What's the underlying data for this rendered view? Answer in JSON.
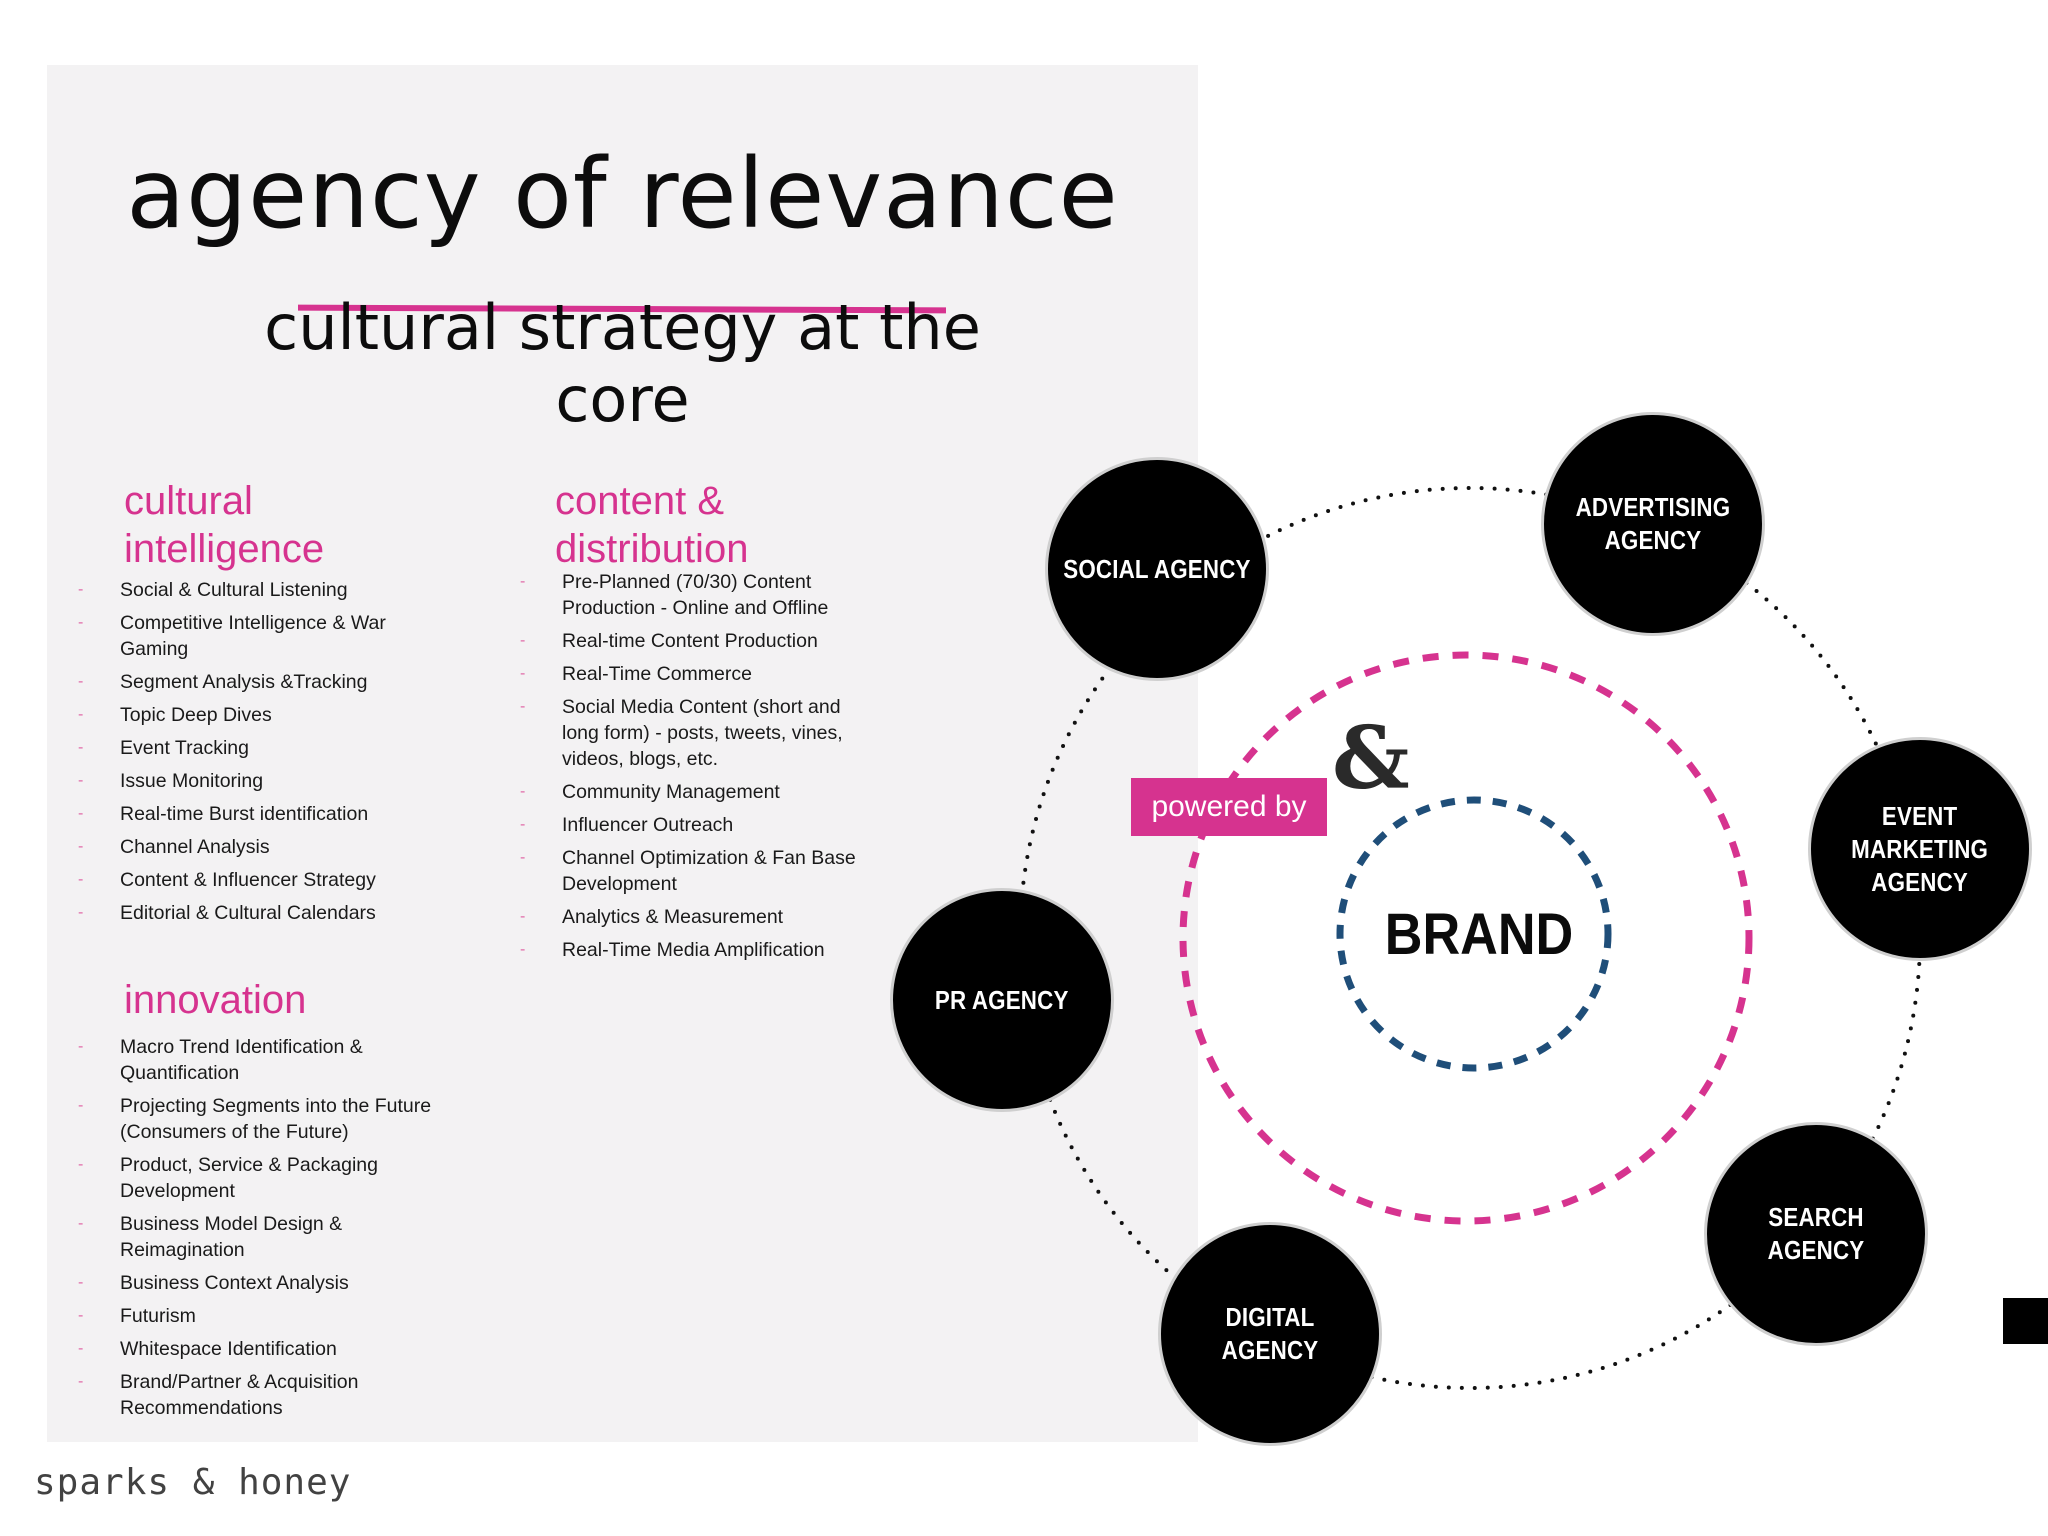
{
  "title": "agency of relevance",
  "subtitle": "cultural strategy at the\ncore",
  "columns": {
    "cultural_intelligence": {
      "title": "cultural\nintelligence",
      "items": [
        "Social & Cultural Listening",
        "Competitive Intelligence & War Gaming",
        "Segment Analysis &Tracking",
        "Topic Deep Dives",
        "Event Tracking",
        "Issue Monitoring",
        "Real-time Burst identification",
        "Channel Analysis",
        "Content & Influencer Strategy",
        "Editorial & Cultural Calendars"
      ]
    },
    "innovation": {
      "title": "innovation",
      "items": [
        "Macro Trend Identification & Quantification",
        "Projecting Segments into the Future (Consumers of the Future)",
        "Product, Service & Packaging Development",
        "Business Model Design & Reimagination",
        "Business Context Analysis",
        "Futurism",
        "Whitespace Identification",
        "Brand/Partner & Acquisition Recommendations"
      ]
    },
    "content_distribution": {
      "title": "content &\ndistribution",
      "items": [
        "Pre-Planned (70/30) Content Production - Online and Offline",
        "Real-time Content Production",
        "Real-Time Commerce",
        "Social Media Content (short and long form) - posts, tweets, vines, videos, blogs, etc.",
        "Community Management",
        "Influencer Outreach",
        "Channel Optimization & Fan Base Development",
        "Analytics & Measurement",
        "Real-Time Media Amplification"
      ]
    }
  },
  "diagram": {
    "center": "BRAND",
    "powered_by": "powered by",
    "ampersand": "&",
    "agencies": {
      "social": "SOCIAL AGENCY",
      "advertising": "ADVERTISING\nAGENCY",
      "event": "EVENT\nMARKETING\nAGENCY",
      "search": "SEARCH AGENCY",
      "digital": "DIGITAL AGENCY",
      "pr": "PR AGENCY"
    }
  },
  "logo": "sparks & honey",
  "colors": {
    "accent": "#d6338f",
    "inner_ring": "#1f4e79",
    "panel": "#f3f2f3",
    "circle": "#000000"
  }
}
